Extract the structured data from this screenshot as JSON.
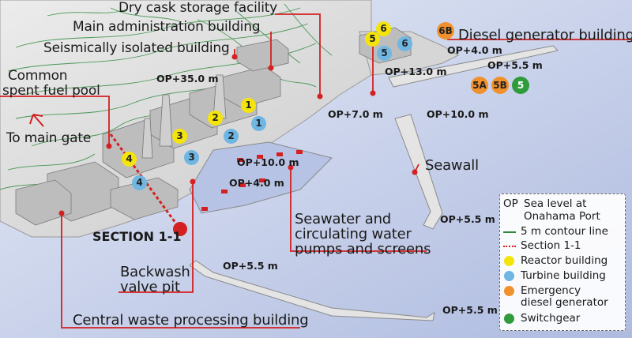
{
  "labels": {
    "dry_cask": "Dry cask storage facility",
    "main_admin": "Main administration building",
    "seismic": "Seismically isolated building",
    "common_pool_1": "Common",
    "common_pool_2": "spent fuel pool",
    "main_gate": "To main gate",
    "diesel_building": "Diesel generator building",
    "seawall": "Seawall",
    "seawater_1": "Seawater and",
    "seawater_2": "circulating water",
    "seawater_3": "pumps and screens",
    "section": "SECTION 1-1",
    "backwash_1": "Backwash",
    "backwash_2": "valve pit",
    "central_waste": "Central waste processing building"
  },
  "elevations": {
    "op35": "OP+35.0 m",
    "op13": "OP+13.0 m",
    "op4_top": "OP+4.0 m",
    "op55_top": "OP+5.5 m",
    "op7": "OP+7.0 m",
    "op10_right": "OP+10.0 m",
    "op10_mid": "OP+10.0 m",
    "op4_mid": "OP+4.0 m",
    "op55_right": "OP+5.5 m",
    "op55_low": "OP+5.5 m",
    "op55_bottom": "OP+5.5 m"
  },
  "reactor_numbers": {
    "r1": "1",
    "r2": "2",
    "r3": "3",
    "r4": "4",
    "r5": "5",
    "r6": "6"
  },
  "turbine_numbers": {
    "t1": "1",
    "t2": "2",
    "t3": "3",
    "t4": "4",
    "t5": "5",
    "t6": "6"
  },
  "diesel_badges": {
    "d6b": "6B",
    "d5a": "5A",
    "d5b": "5B"
  },
  "switchgear_badges": {
    "s5": "5"
  },
  "legend": {
    "op_abbr": "OP",
    "op_text_1": "Sea level at",
    "op_text_2": "Onahama Port",
    "contour": "5 m contour line",
    "section": "Section 1-1",
    "reactor": "Reactor building",
    "turbine": "Turbine building",
    "emergency_1": "Emergency",
    "emergency_2": "diesel generator",
    "switchgear": "Switchgear"
  },
  "colors": {
    "sea": "#c9d3eb",
    "land": "#dcdcdc",
    "contour": "#2d8a3c",
    "leader": "#d42020",
    "reactor": "#f4e40c",
    "turbine": "#6fb6e2",
    "diesel": "#f0912c",
    "switchgear": "#2f9b3d"
  }
}
